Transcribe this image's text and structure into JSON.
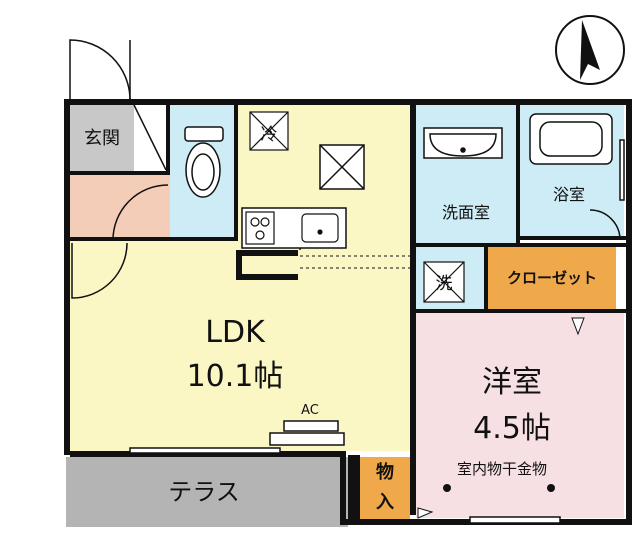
{
  "rooms": {
    "entrance": "玄関",
    "ldk_name": "LDK",
    "ldk_size": "10.1帖",
    "washroom": "洗面室",
    "bathroom": "浴室",
    "closet": "クローゼット",
    "western_name": "洋室",
    "western_size": "4.5帖",
    "storage_top": "物",
    "storage_bottom": "入",
    "terrace": "テラス"
  },
  "annotations": {
    "ac": "AC",
    "indoor_drying": "室内物干金物",
    "fridge_mark": "冷",
    "washer_mark": "洗"
  },
  "icons": [
    "compass-icon",
    "toilet-icon",
    "bathtub-icon",
    "sink-icon",
    "stove-icon",
    "kitchen-sink-icon",
    "skylight-icon"
  ],
  "colors": {
    "ldk": "#fbf7c4",
    "wet_area": "#cdecf5",
    "western": "#f7e0e4",
    "closet": "#f0a94a",
    "storage": "#f0a94a",
    "terrace": "#b4b4b4",
    "entrance": "#c8c8c8",
    "hall": "#f3cdb8",
    "wall": "#111111"
  }
}
